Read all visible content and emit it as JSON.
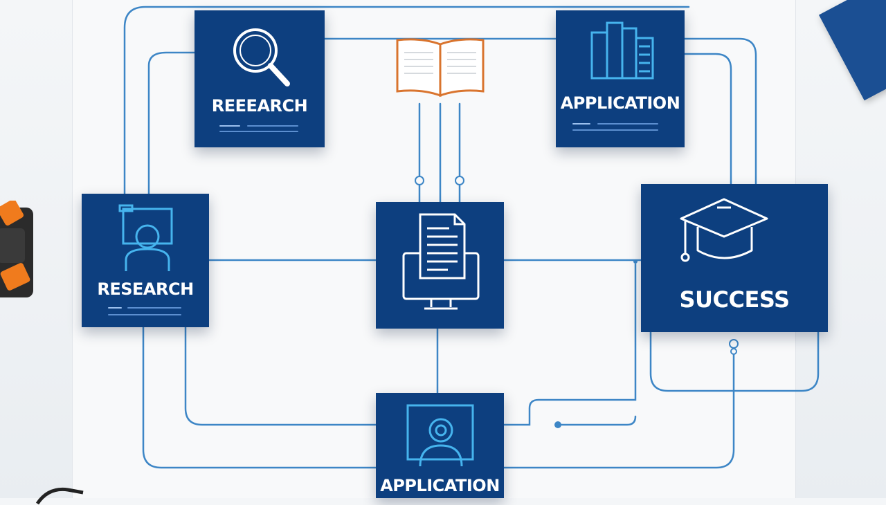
{
  "nodes": {
    "research_top": {
      "label": "REEEARCH"
    },
    "application_top": {
      "label": "APPLICATION"
    },
    "research_left": {
      "label": "RESEARCH"
    },
    "center_doc": {
      "label": ""
    },
    "success": {
      "label": "SUCCESS"
    },
    "application_bottom": {
      "label": "APPLICATION"
    }
  },
  "icons": {
    "research_top": "magnifier-icon",
    "application_top": "server-rack-icon",
    "research_left": "person-at-screen-icon",
    "center_doc": "document-on-monitor-icon",
    "success": "graduation-cap-icon",
    "application_bottom": "profile-badge-icon",
    "book": "open-book-icon"
  },
  "colors": {
    "card": "#0d3f7f",
    "wire": "#3d86c6",
    "icon_light": "#46b4ee",
    "book_orange": "#d9742e",
    "accent_orange": "#f07b1d"
  }
}
